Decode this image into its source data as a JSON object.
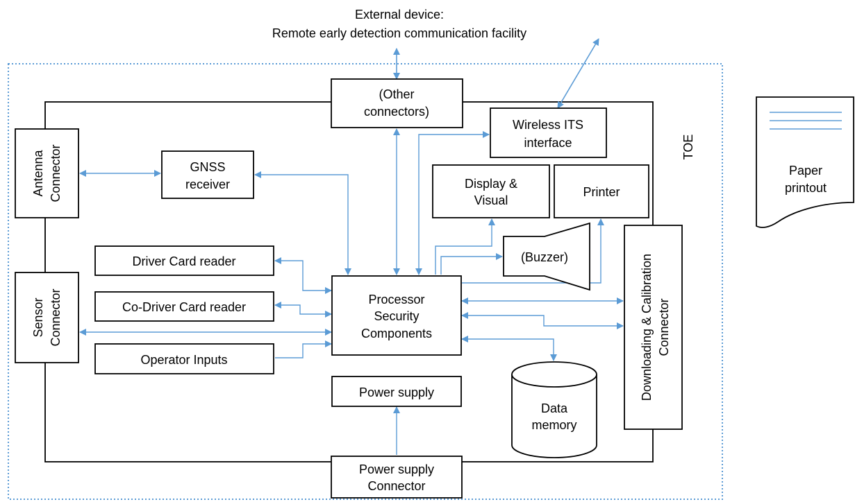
{
  "external_device": {
    "line1": "External device:",
    "line2": "Remote early detection communication facility"
  },
  "toe_label": "TOE",
  "paper_printout": {
    "line1": "Paper",
    "line2": "printout"
  },
  "blocks": {
    "other_connectors": {
      "line1": "(Other",
      "line2": "connectors)"
    },
    "wireless_its": {
      "line1": "Wireless ITS",
      "line2": "interface"
    },
    "antenna_connector": {
      "line1": "Antenna",
      "line2": "Connector"
    },
    "gnss_receiver": {
      "line1": "GNSS",
      "line2": "receiver"
    },
    "display_visual": {
      "line1": "Display &",
      "line2": "Visual"
    },
    "printer": "Printer",
    "driver_card_reader": "Driver Card reader",
    "co_driver_card_reader": "Co-Driver Card reader",
    "operator_inputs": "Operator Inputs",
    "sensor_connector": {
      "line1": "Sensor",
      "line2": "Connector"
    },
    "processor": {
      "line1": "Processor",
      "line2": "Security",
      "line3": "Components"
    },
    "buzzer": "(Buzzer)",
    "downloading_calibration": {
      "line1": "Downloading & Calibration",
      "line2": "Connector"
    },
    "power_supply": "Power supply",
    "data_memory": {
      "line1": "Data",
      "line2": "memory"
    },
    "power_supply_connector": {
      "line1": "Power supply",
      "line2": "Connector"
    }
  },
  "colors": {
    "connector": "#5b9bd5",
    "border": "#000000",
    "toe_boundary": "#5b9bd5"
  }
}
